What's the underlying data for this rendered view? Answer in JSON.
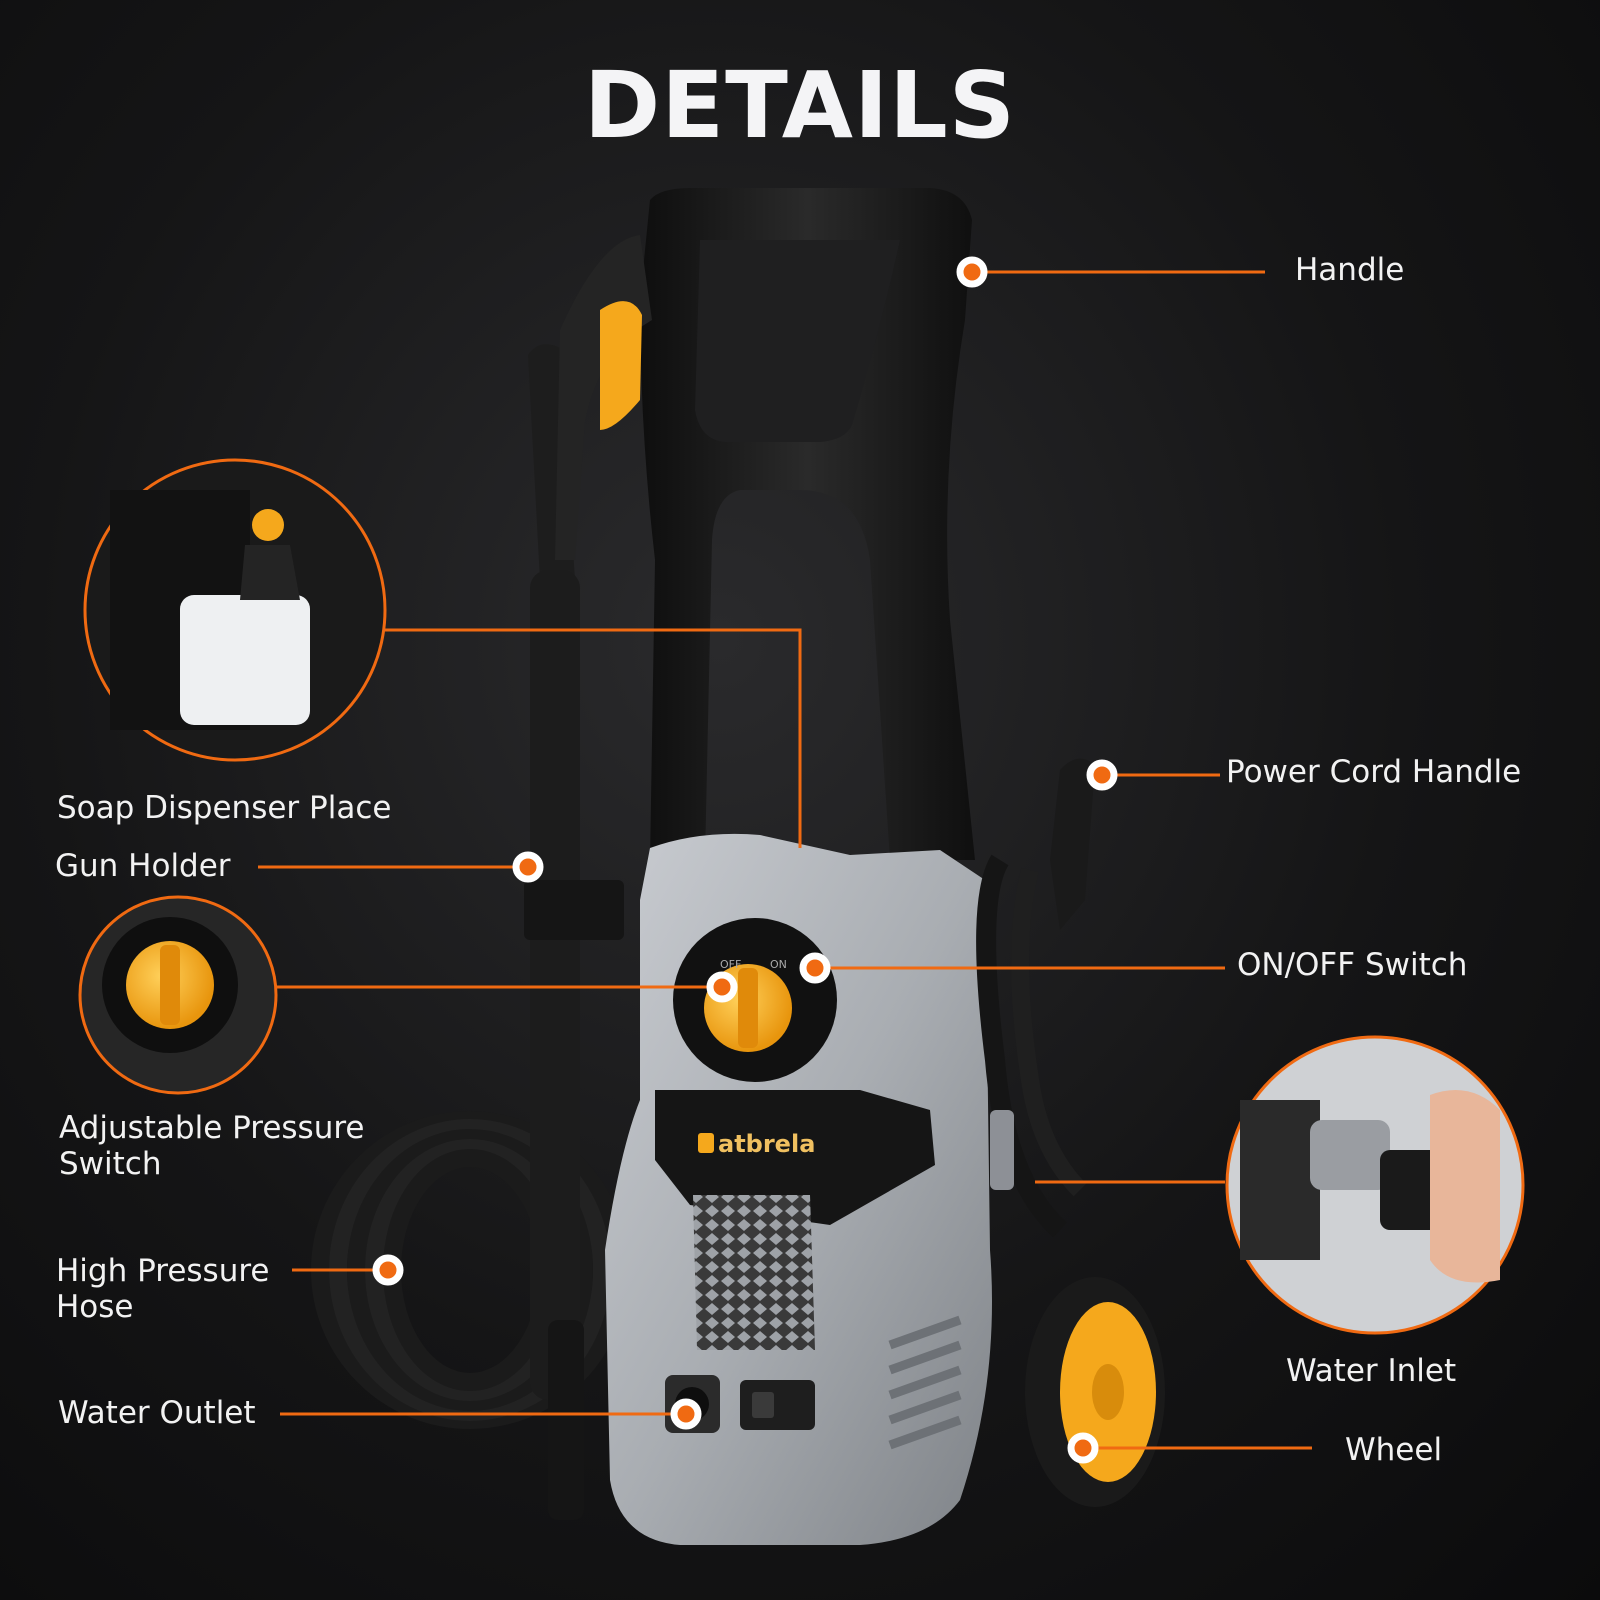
{
  "title": "DETAILS",
  "brand": "atbrela",
  "switch_marks": {
    "off": "OFF",
    "on": "ON"
  },
  "callouts": {
    "handle": "Handle",
    "power_cord_handle": "Power Cord Handle",
    "on_off_switch": "ON/OFF Switch",
    "water_inlet": "Water Inlet",
    "wheel": "Wheel",
    "soap_dispenser": "Soap Dispenser Place",
    "gun_holder": "Gun Holder",
    "adjustable_pressure_switch": "Adjustable Pressure\nSwitch",
    "high_pressure_hose": "High Pressure\nHose",
    "water_outlet": "Water Outlet"
  },
  "colors": {
    "accent": "#f06a12",
    "body_grey": "#a8abb0",
    "frame_black": "#141414",
    "knob_yellow": "#f5a81c",
    "text": "#f2f2f2"
  }
}
